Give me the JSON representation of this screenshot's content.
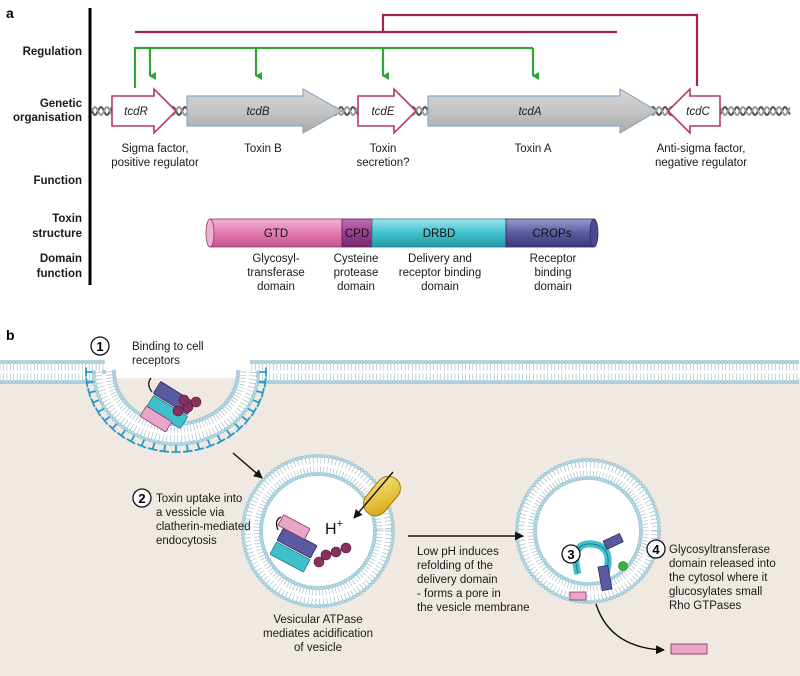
{
  "panels": {
    "a": "a",
    "b": "b"
  },
  "row_labels": {
    "regulation": "Regulation",
    "genetic_1": "Genetic",
    "genetic_2": "organisation",
    "function": "Function",
    "toxin_1": "Toxin",
    "toxin_2": "structure",
    "domain_1": "Domain",
    "domain_2": "function"
  },
  "genes": {
    "tcdR": "tcdR",
    "tcdB": "tcdB",
    "tcdE": "tcdE",
    "tcdA": "tcdA",
    "tcdC": "tcdC"
  },
  "gene_functions": {
    "tcdR_1": "Sigma factor,",
    "tcdR_2": "positive regulator",
    "tcdB": "Toxin B",
    "tcdE_1": "Toxin",
    "tcdE_2": "secretion?",
    "tcdA": "Toxin A",
    "tcdC_1": "Anti-sigma factor,",
    "tcdC_2": "negative regulator"
  },
  "domains": {
    "gtd": "GTD",
    "cpd": "CPD",
    "drbd": "DRBD",
    "crops": "CROPs"
  },
  "domain_functions": {
    "gtd_1": "Glycosyl-",
    "gtd_2": "transferase",
    "gtd_3": "domain",
    "cpd_1": "Cysteine",
    "cpd_2": "protease",
    "cpd_3": "domain",
    "drbd_1": "Delivery and",
    "drbd_2": "receptor binding",
    "drbd_3": "domain",
    "crops_1": "Receptor",
    "crops_2": "binding",
    "crops_3": "domain"
  },
  "steps": {
    "s1_num": "1",
    "s1_1": "Binding to cell",
    "s1_2": "receptors",
    "s2_num": "2",
    "s2_1": "Toxin uptake into",
    "s2_2": "a vessicle via",
    "s2_3": "clatherin-mediated",
    "s2_4": "endocytosis",
    "atpase_1": "Vesicular ATPase",
    "atpase_2": "mediates acidification",
    "atpase_3": "of vesicle",
    "hplus": "H",
    "hplus_sup": "+",
    "lowph_1": "Low pH induces",
    "lowph_2": "refolding of the",
    "lowph_3": "delivery domain",
    "lowph_4": "- forms a pore in",
    "lowph_5": "the vesicle membrane",
    "s3_num": "3",
    "s4_num": "4",
    "s4_1": "Glycosyltransferase",
    "s4_2": "domain released into",
    "s4_3": "the cytosol where it",
    "s4_4": "glucosylates small",
    "s4_5": "Rho GTPases"
  },
  "colors": {
    "regulation_red": "#a3234a",
    "activation_green": "#33a336",
    "gene_arrow_outline": "#b3386b",
    "big_arrow_fill": "#c8c8c8",
    "gtd": "#e27ab0",
    "cpd": "#9b3f8d",
    "drbd": "#3fc0cc",
    "crops": "#5b5aa0",
    "membrane": "#b7dbe6",
    "cytoplasm": "#efe9e2",
    "clathrin": "#2b98c8",
    "atpase": "#e8c728"
  }
}
